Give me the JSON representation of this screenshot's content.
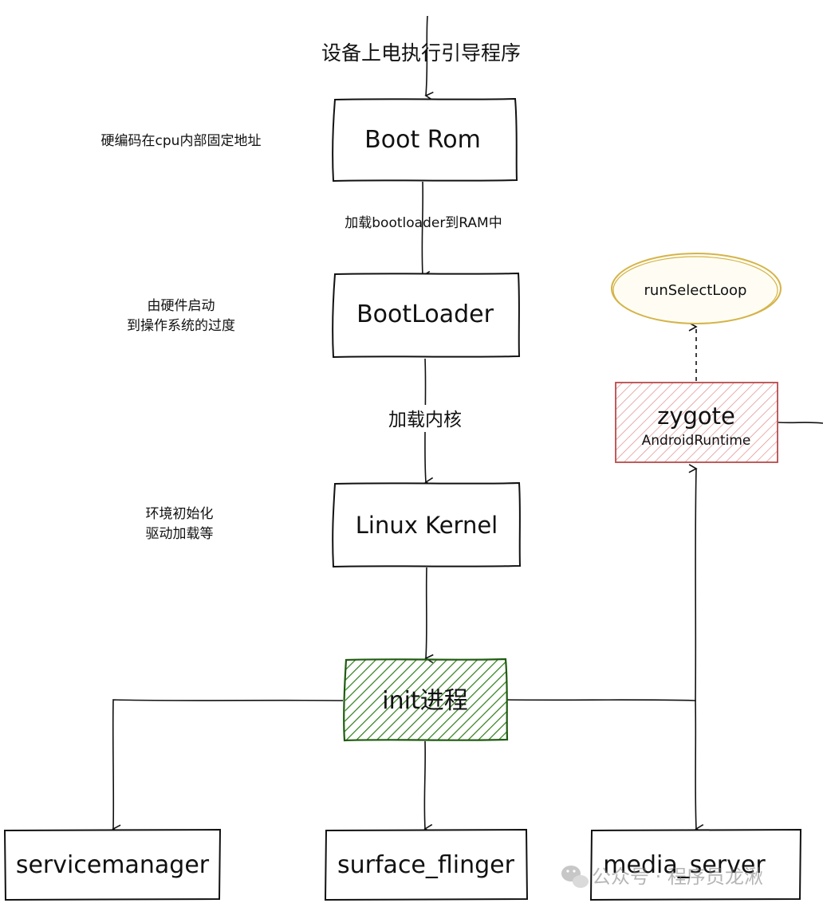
{
  "title": "设备上电执行引导程序",
  "nodes": {
    "boot_rom": "Boot Rom",
    "bootloader": "BootLoader",
    "linux_kernel": "Linux Kernel",
    "init": "init进程",
    "zygote": "zygote",
    "zygote_sub": "AndroidRuntime",
    "run_select_loop": "runSelectLoop",
    "servicemanager": "servicemanager",
    "surface_flinger": "surface_flinger",
    "media_server": "media_server"
  },
  "edge_labels": {
    "load_bootloader": "加载bootloader到RAM中",
    "load_kernel": "加载内核"
  },
  "notes": {
    "boot_rom": "硬编码在cpu内部固定地址",
    "bootloader_line1": "由硬件启动",
    "bootloader_line2": "到操作系统的过度",
    "kernel_line1": "环境初始化",
    "kernel_line2": "驱动加载等"
  },
  "watermark": "公众号 · 程序员龙湫",
  "colors": {
    "init_fill": "#2e7d1a",
    "zygote_fill": "#d46a6a",
    "loop_stroke": "#d4b44a"
  }
}
